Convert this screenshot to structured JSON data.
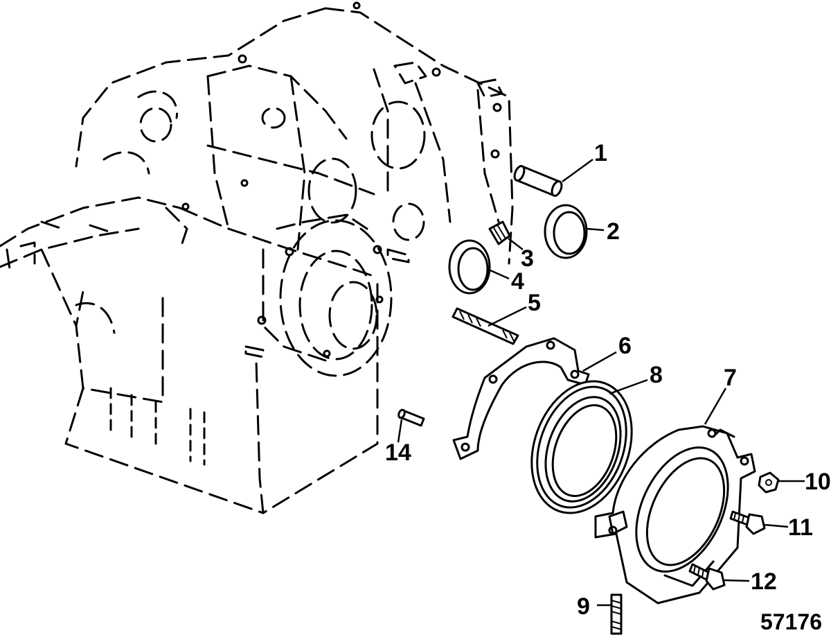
{
  "figure_number": "57176",
  "callouts": [
    {
      "id": "1",
      "text": "1"
    },
    {
      "id": "2",
      "text": "2"
    },
    {
      "id": "3",
      "text": "3"
    },
    {
      "id": "4",
      "text": "4"
    },
    {
      "id": "5",
      "text": "5"
    },
    {
      "id": "6",
      "text": "6"
    },
    {
      "id": "7",
      "text": "7"
    },
    {
      "id": "8",
      "text": "8"
    },
    {
      "id": "9",
      "text": "9"
    },
    {
      "id": "10",
      "text": "10"
    },
    {
      "id": "11",
      "text": "11"
    },
    {
      "id": "12",
      "text": "12"
    },
    {
      "id": "14",
      "text": "14"
    }
  ]
}
